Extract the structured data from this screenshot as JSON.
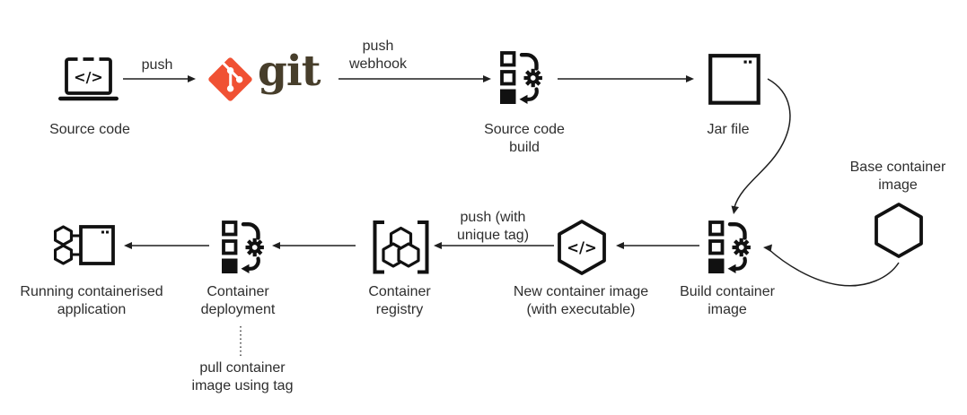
{
  "diagram_type": "flow-diagram",
  "colors": {
    "background": "#ffffff",
    "icon_ink": "#111111",
    "text": "#2e2e2e",
    "line": "#1f1f1f",
    "git_orange": "#f05133",
    "git_wordmark": "#473e2b"
  },
  "glyphs": {
    "code": "</>"
  },
  "nodes": {
    "source_code": {
      "label": "Source code",
      "icon": "laptop-code-icon"
    },
    "git": {
      "wordmark": "git",
      "icon": "git-logo-icon"
    },
    "source_code_build": {
      "label_line1": "Source code",
      "label_line2": "build",
      "icon": "build-pipeline-icon"
    },
    "jar_file": {
      "label": "Jar file",
      "icon": "file-window-icon"
    },
    "base_container_image": {
      "label_line1": "Base container",
      "label_line2": "image",
      "icon": "hexagon-icon"
    },
    "build_container_image": {
      "label_line1": "Build container",
      "label_line2": "image",
      "icon": "build-pipeline-icon"
    },
    "new_container_image": {
      "label_line1": "New container image",
      "label_line2": "(with executable)",
      "icon": "hexagon-code-icon"
    },
    "container_registry": {
      "label_line1": "Container",
      "label_line2": "registry",
      "icon": "registry-hexagons-icon"
    },
    "container_deployment": {
      "label_line1": "Container",
      "label_line2": "deployment",
      "icon": "build-pipeline-icon"
    },
    "running_application": {
      "label_line1": "Running containerised",
      "label_line2": "application",
      "icon": "container-app-icon"
    }
  },
  "edges": {
    "push": {
      "label": "push"
    },
    "push_webhook": {
      "label_line1": "push",
      "label_line2": "webhook"
    },
    "push_unique_tag": {
      "label_line1": "push (with",
      "label_line2": "unique tag)"
    },
    "pull_container": {
      "label_line1": "pull container",
      "label_line2": "image using tag"
    }
  }
}
